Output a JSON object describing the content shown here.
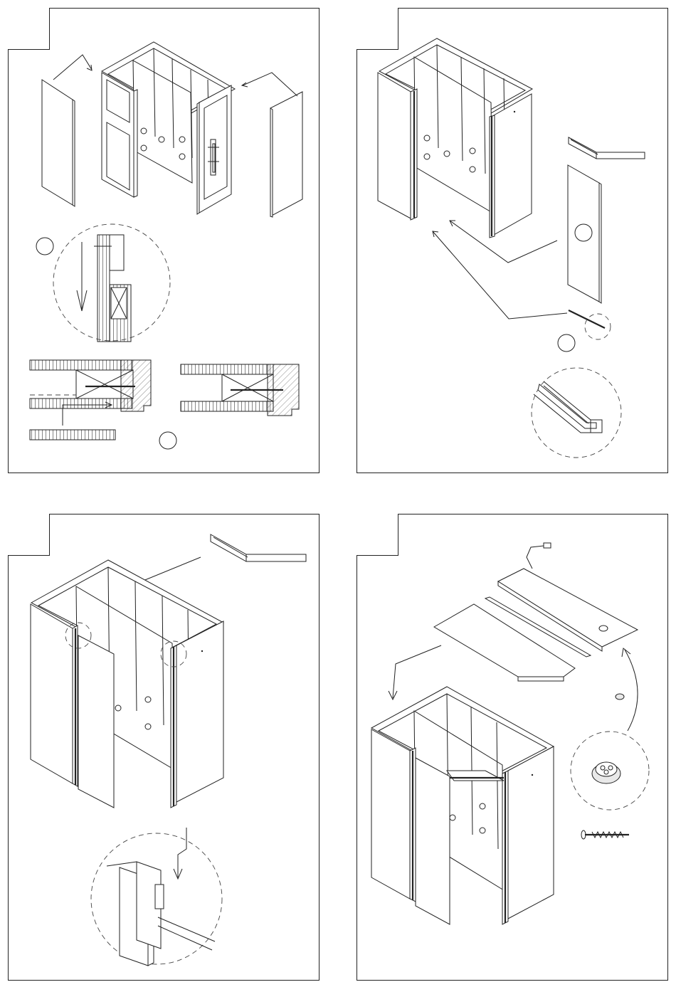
{
  "diagram": {
    "steps": [
      {
        "id": "step-1",
        "number": ""
      },
      {
        "id": "step-2",
        "number": ""
      },
      {
        "id": "step-3",
        "number": ""
      },
      {
        "id": "step-4",
        "number": ""
      }
    ]
  }
}
